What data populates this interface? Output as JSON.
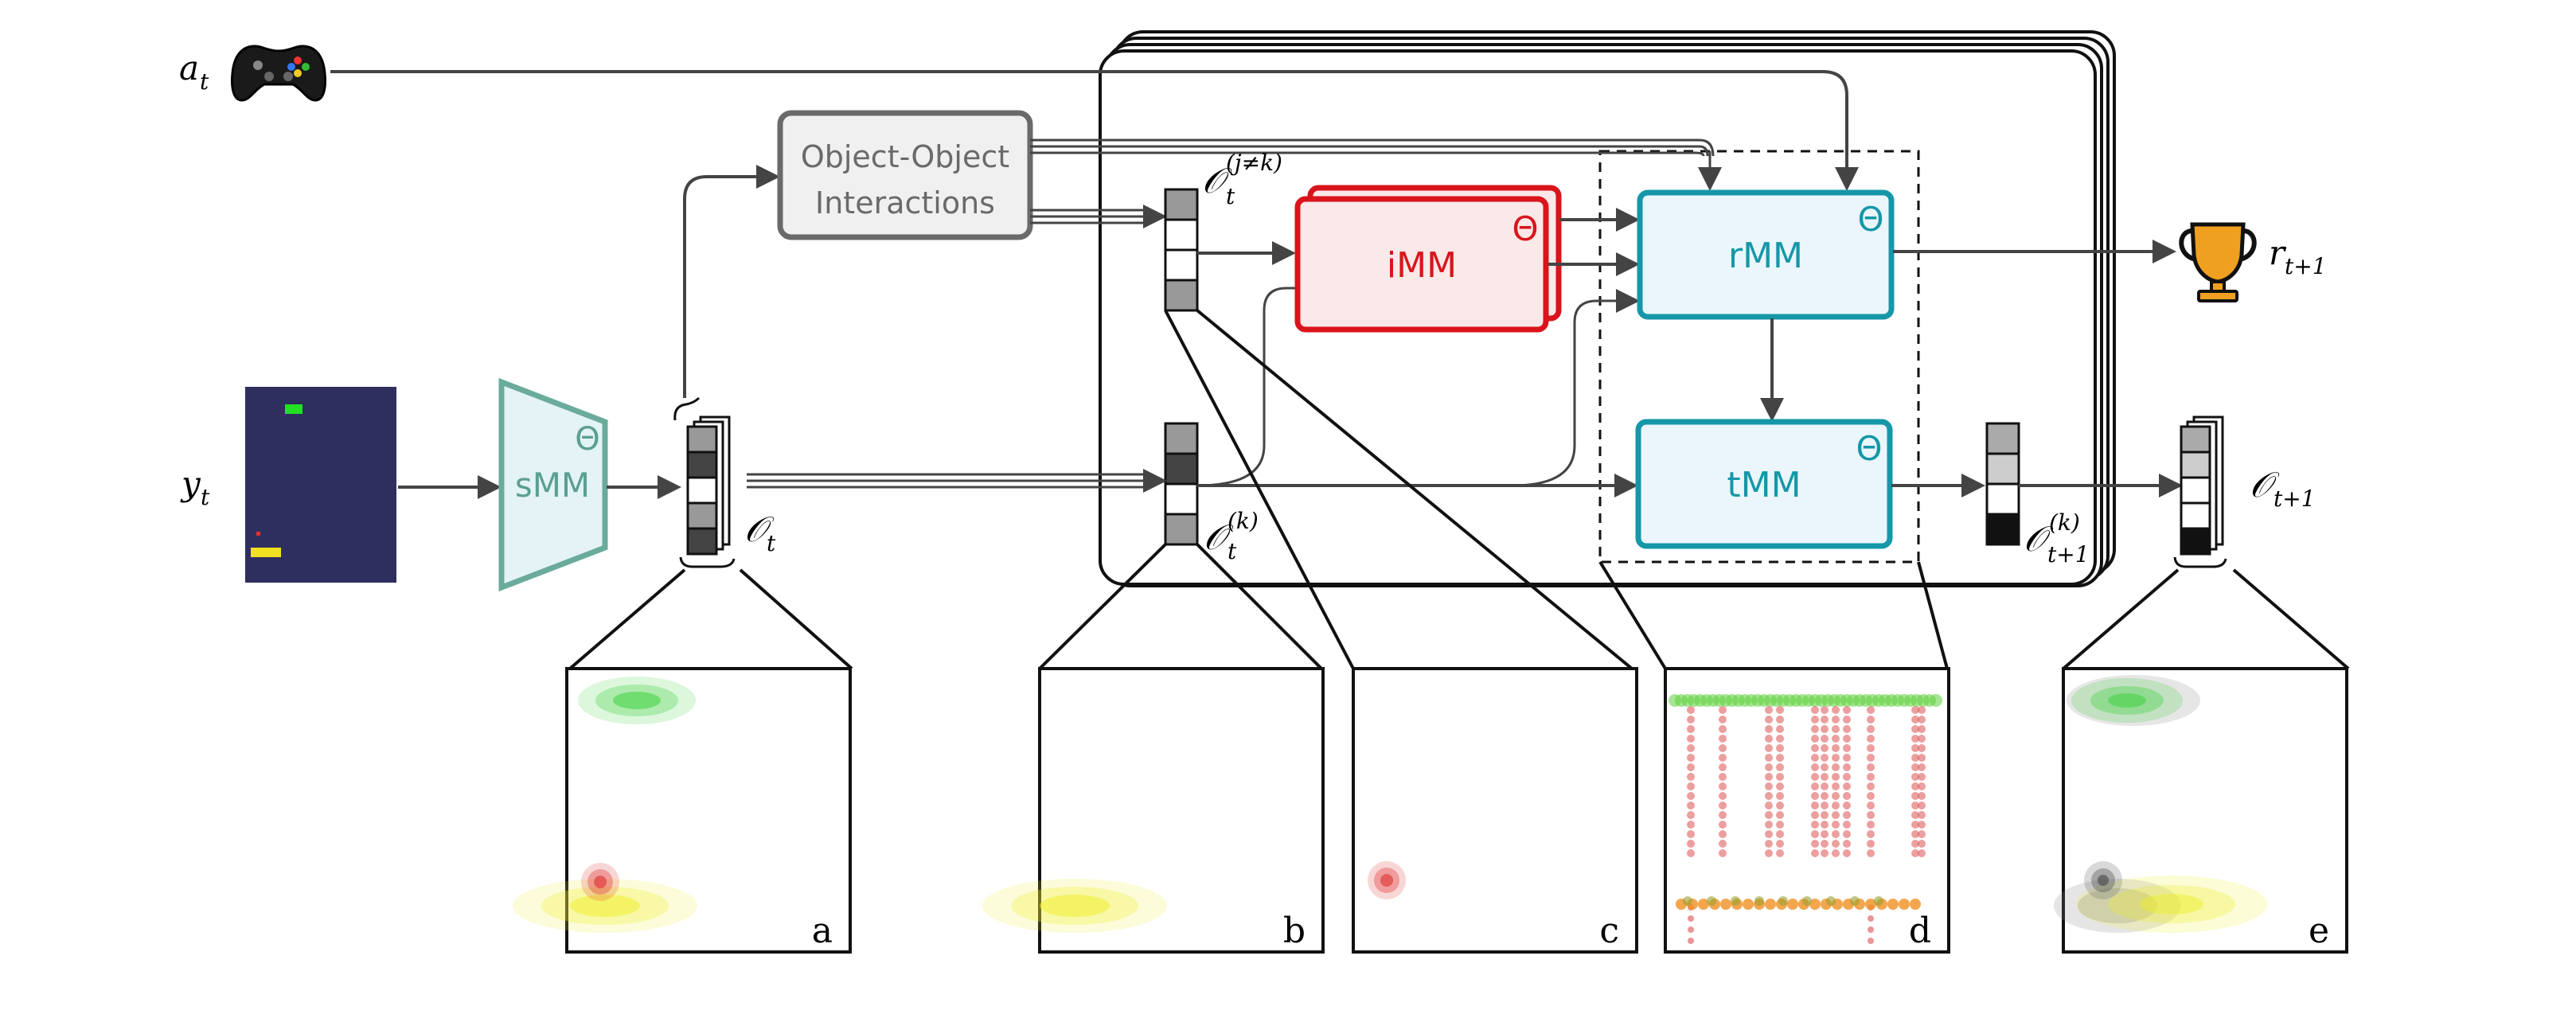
{
  "action_label": "a",
  "action_sub": "t",
  "obs_label": "y",
  "obs_sub": "t",
  "reward_label": "r",
  "reward_sub": "t+1",
  "ooi_label": [
    "Object-Object",
    "Interactions"
  ],
  "smm_label": "sMM",
  "imm_label": "iMM",
  "rmm_label": "rMM",
  "tmm_label": "tMM",
  "theta": "Θ",
  "O_symbol": "𝒪",
  "O_t_sub": "t",
  "O_jk_sub": "t",
  "O_jk_sup": "(j≠k)",
  "O_k_sub": "t",
  "O_k_sup": "(k)",
  "O_k1_sub": "t+1",
  "O_k1_sup": "(k)",
  "O_next_sub": "t+1",
  "panels": [
    "a",
    "b",
    "c",
    "d",
    "e"
  ],
  "colors": {
    "smm": "#6aab9c",
    "smm_fill": "#e4f3f5",
    "imm": "#d9141b",
    "imm_fill": "#fbe8e8",
    "rtmm": "#1597a8",
    "rtmm_fill": "#eaf6fb",
    "ooi": "#6a6a6a",
    "arrow": "#444444",
    "game_bg": "#2f2f5f"
  }
}
